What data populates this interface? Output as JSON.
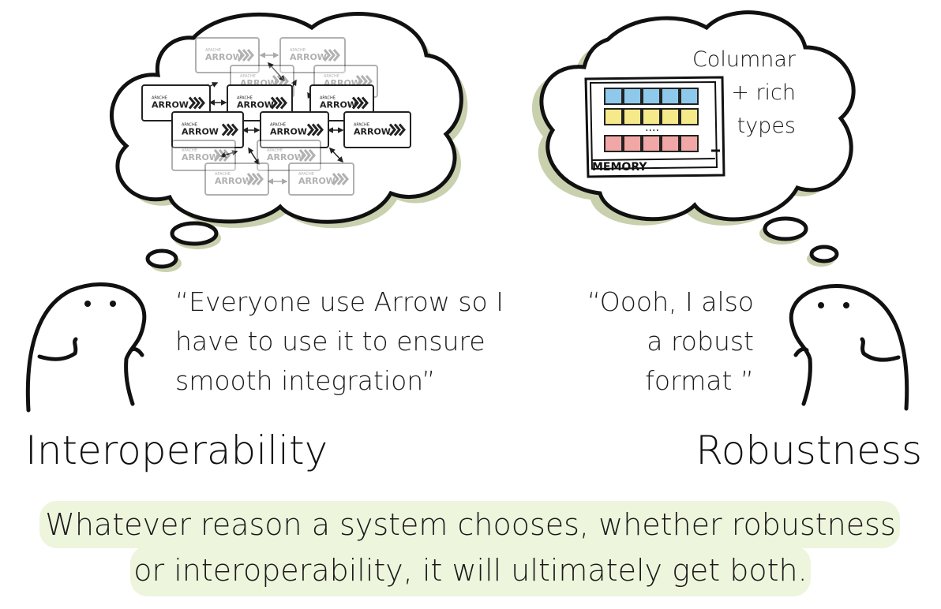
{
  "left": {
    "quote": [
      "“Everyone use Arrow so I",
      "have to use it to ensure",
      "smooth integration”"
    ],
    "title": "Interoperability",
    "logo_small": "APACHE",
    "logo_main": "ARROW"
  },
  "right": {
    "quote": [
      "“Oooh, I also",
      "a robust",
      "format ”"
    ],
    "title": "Robustness",
    "memory_label": "MEMORY",
    "ellipsis": "....",
    "note": [
      "Columnar",
      "+ rich",
      "types"
    ]
  },
  "caption": [
    "Whatever reason a system chooses, whether robustness",
    "or interoperability, it will ultimately get both."
  ],
  "colors": {
    "cloud_shadow": "#c8d0ae",
    "caption_highlight": "#eef5dd",
    "blue_cell": "#8ec9ec",
    "yellow_cell": "#f5e98a",
    "red_cell": "#f2a7a7"
  }
}
